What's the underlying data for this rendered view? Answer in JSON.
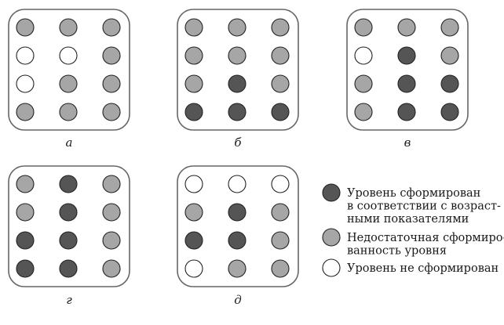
{
  "colors": {
    "formed": "#555555",
    "insufficient": "#a6a6a6",
    "not_formed": "#ffffff",
    "outline": "#222222",
    "frame": "#666666"
  },
  "panels": [
    {
      "id": "a",
      "caption": "а",
      "grid": [
        [
          "insufficient",
          "insufficient",
          "insufficient"
        ],
        [
          "not_formed",
          "not_formed",
          "insufficient"
        ],
        [
          "not_formed",
          "insufficient",
          "insufficient"
        ],
        [
          "insufficient",
          "insufficient",
          "insufficient"
        ]
      ]
    },
    {
      "id": "b",
      "caption": "б",
      "grid": [
        [
          "insufficient",
          "insufficient",
          "insufficient"
        ],
        [
          "insufficient",
          "insufficient",
          "insufficient"
        ],
        [
          "insufficient",
          "formed",
          "insufficient"
        ],
        [
          "formed",
          "formed",
          "formed"
        ]
      ]
    },
    {
      "id": "v",
      "caption": "в",
      "grid": [
        [
          "insufficient",
          "insufficient",
          "insufficient"
        ],
        [
          "not_formed",
          "formed",
          "insufficient"
        ],
        [
          "insufficient",
          "formed",
          "formed"
        ],
        [
          "insufficient",
          "formed",
          "formed"
        ]
      ]
    },
    {
      "id": "g",
      "caption": "г",
      "grid": [
        [
          "insufficient",
          "formed",
          "insufficient"
        ],
        [
          "insufficient",
          "formed",
          "insufficient"
        ],
        [
          "formed",
          "formed",
          "insufficient"
        ],
        [
          "formed",
          "formed",
          "insufficient"
        ]
      ]
    },
    {
      "id": "d",
      "caption": "д",
      "grid": [
        [
          "not_formed",
          "not_formed",
          "not_formed"
        ],
        [
          "insufficient",
          "formed",
          "insufficient"
        ],
        [
          "formed",
          "formed",
          "insufficient"
        ],
        [
          "not_formed",
          "insufficient",
          "insufficient"
        ]
      ]
    }
  ],
  "legend": [
    {
      "level": "formed",
      "lines": [
        "Уровень сформирован",
        "в соответствии с возраст-",
        "ными показателями"
      ]
    },
    {
      "level": "insufficient",
      "lines": [
        "Недостаточная сформиро-",
        "ванность уровня"
      ]
    },
    {
      "level": "not_formed",
      "lines": [
        "Уровень не сформирован"
      ]
    }
  ]
}
